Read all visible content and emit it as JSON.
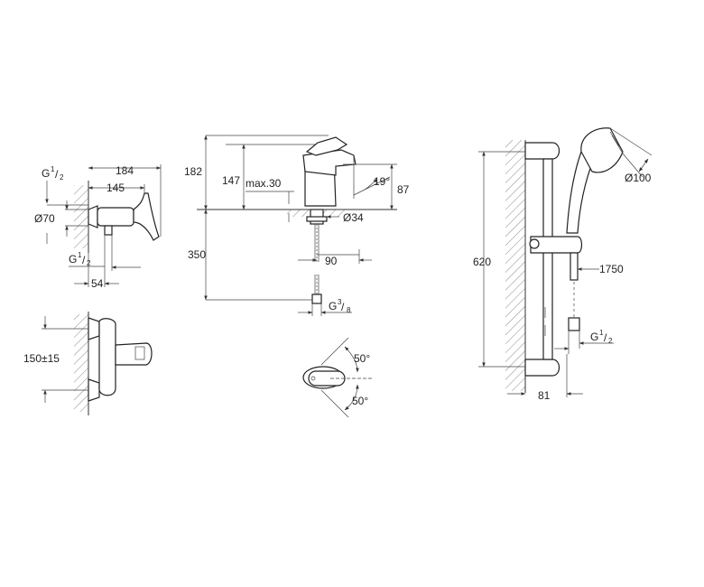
{
  "shower_mixer": {
    "dim_overall": "184",
    "dim_depth": "145",
    "thread_top_g": "G",
    "thread_top_num": "1",
    "thread_top_den": "2",
    "dim_rosette": "Ø70",
    "thread_bottom_g": "G",
    "thread_bottom_num": "1",
    "thread_bottom_den": "2",
    "dim_outlet": "54",
    "dim_centres": "150±15"
  },
  "basin_mixer": {
    "dim_total_height": "182",
    "dim_spout_height": "147",
    "dim_max_deck": "max.30",
    "dim_angle_spout": "19°",
    "dim_spout_clearance": "87",
    "dim_hole": "Ø34",
    "dim_below_deck": "350",
    "dim_projection": "90",
    "thread_g": "G",
    "thread_num": "3",
    "thread_den": "8",
    "angle_upper": "50°",
    "angle_lower": "50°"
  },
  "shower_set": {
    "dim_rail_length": "620",
    "dim_head": "Ø100",
    "dim_hose": "1750",
    "thread_g": "G",
    "thread_num": "1",
    "thread_den": "2",
    "dim_wall_projection": "81"
  }
}
